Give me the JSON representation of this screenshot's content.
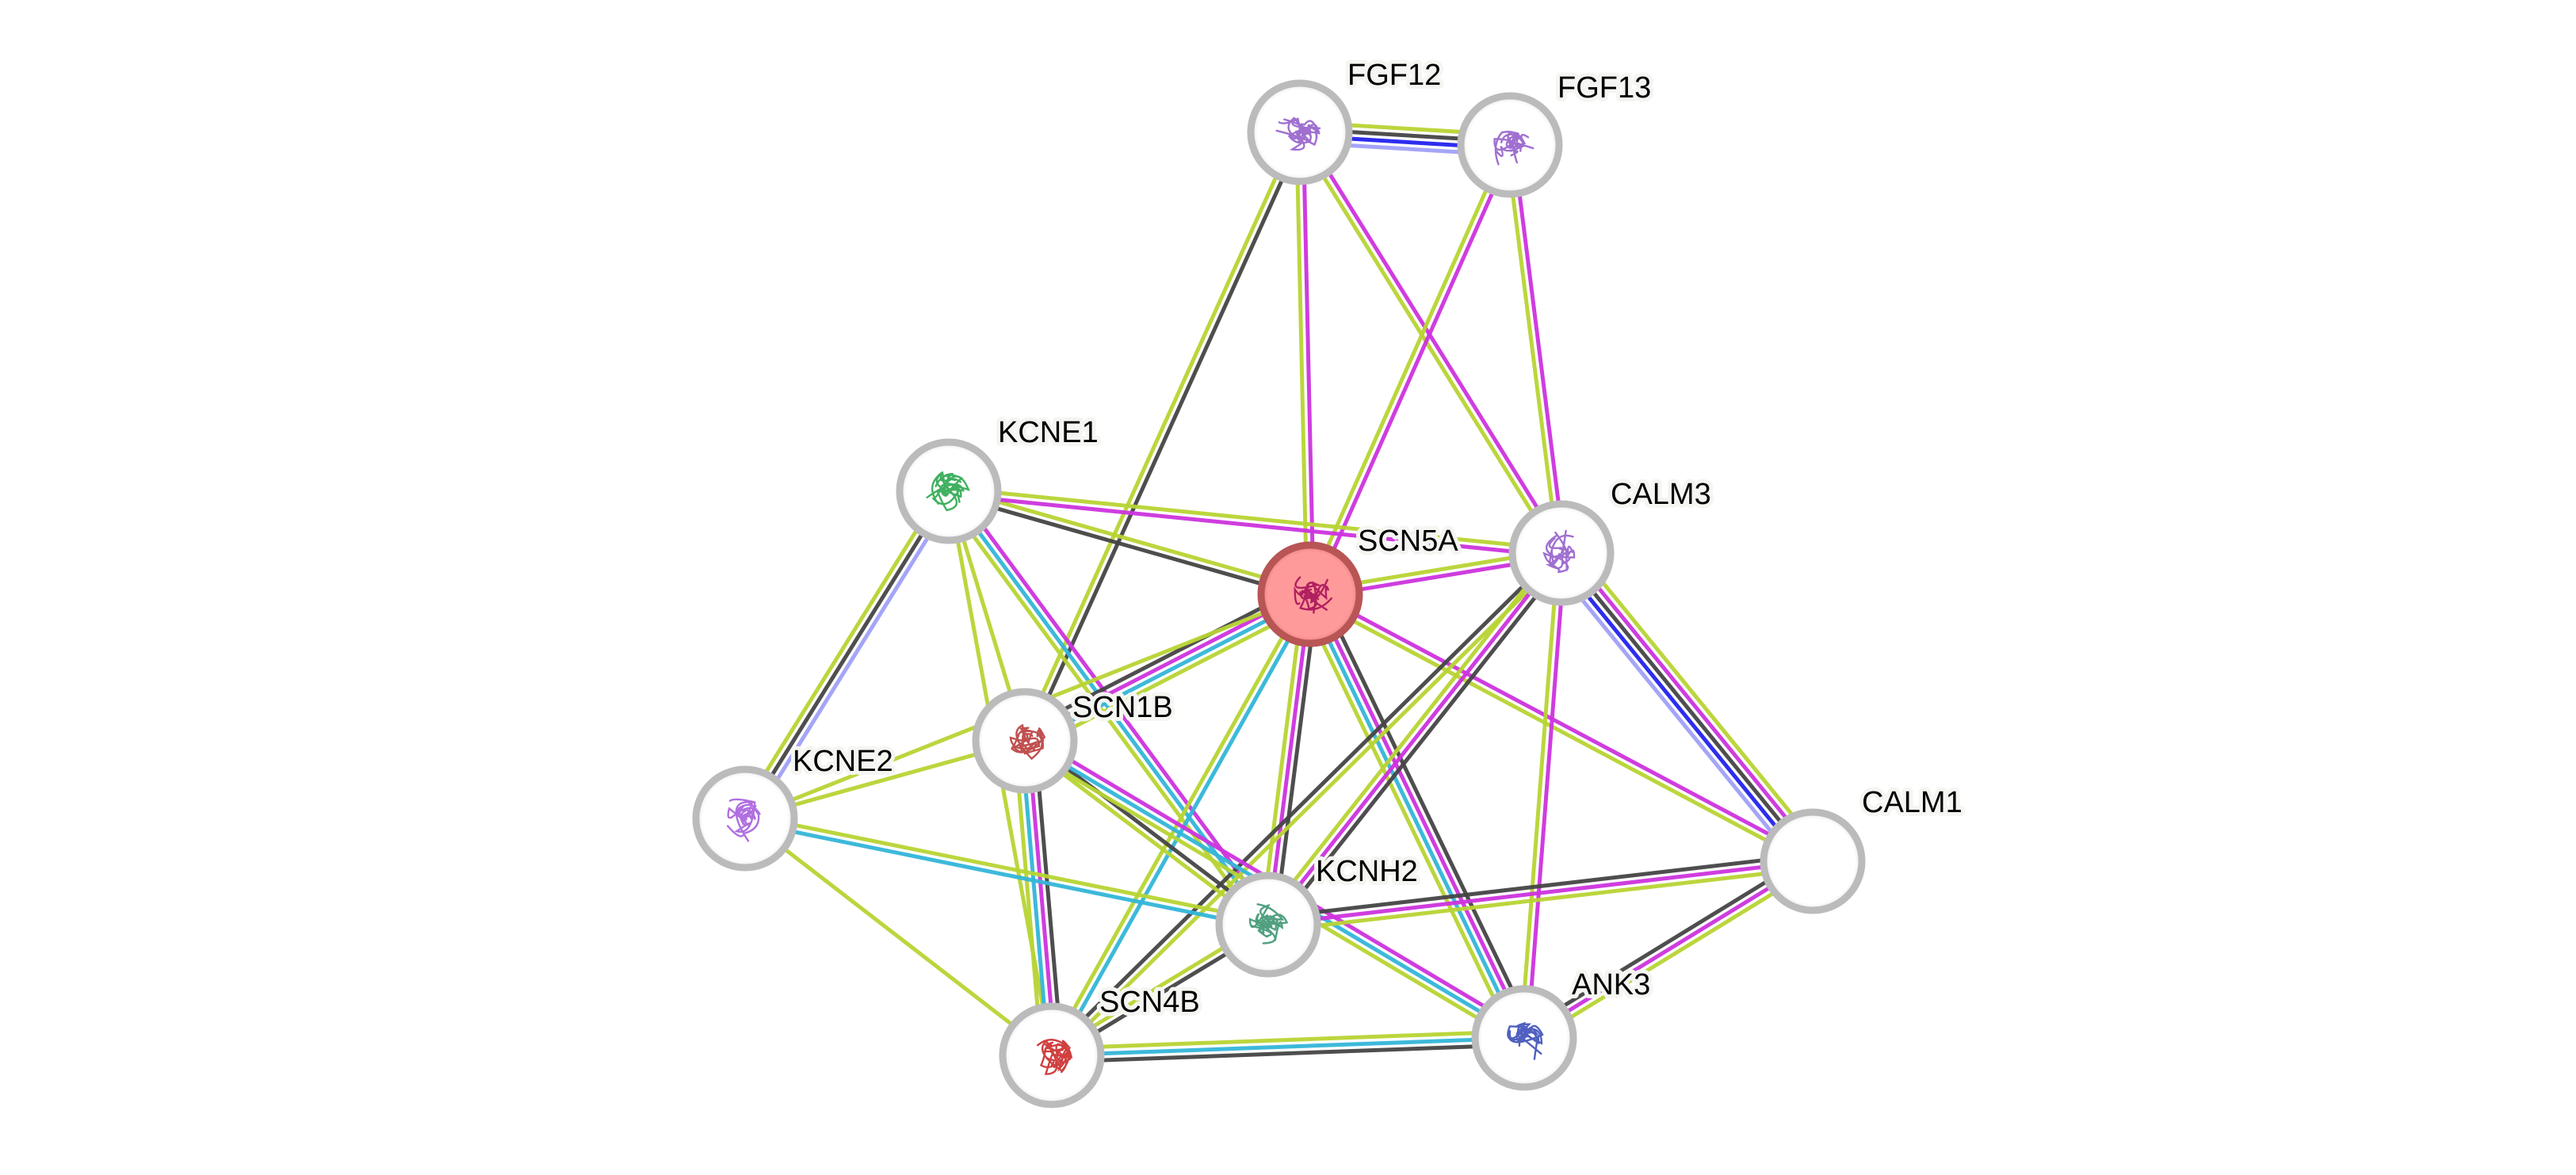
{
  "network": {
    "type": "protein-interaction-network",
    "query_protein": "SCN5A",
    "colors": {
      "node_ring": "#bbbbbb",
      "node_fill": "#ffffff",
      "query_ring": "#b85555",
      "query_fill": "#ff9a9a",
      "evidence": {
        "textmining": "#b7d433",
        "coexpression": "#444444",
        "experiments": "#cc33dd",
        "databases": "#33b5d8",
        "homology": "#a0a0f8",
        "gene_fusion": "#2222ee"
      }
    },
    "nodes": [
      {
        "id": "SCN5A",
        "label": "SCN5A",
        "query": true,
        "structure_color": "#b02060"
      },
      {
        "id": "FGF12",
        "label": "FGF12",
        "structure_color": "#a070d0"
      },
      {
        "id": "FGF13",
        "label": "FGF13",
        "structure_color": "#a070d0"
      },
      {
        "id": "KCNE1",
        "label": "KCNE1",
        "structure_color": "#40b060"
      },
      {
        "id": "CALM3",
        "label": "CALM3",
        "structure_color": "#a070d0"
      },
      {
        "id": "SCN1B",
        "label": "SCN1B",
        "structure_color": "#c05050"
      },
      {
        "id": "KCNE2",
        "label": "KCNE2",
        "structure_color": "#b070e0"
      },
      {
        "id": "CALM1",
        "label": "CALM1",
        "structure_color": null
      },
      {
        "id": "KCNH2",
        "label": "KCNH2",
        "structure_color": "#50a080"
      },
      {
        "id": "SCN4B",
        "label": "SCN4B",
        "structure_color": "#d04040"
      },
      {
        "id": "ANK3",
        "label": "ANK3",
        "structure_color": "#5060c0"
      }
    ],
    "edges": [
      {
        "a": "FGF12",
        "b": "FGF13",
        "evidence": [
          "textmining",
          "coexpression",
          "gene_fusion",
          "homology"
        ]
      },
      {
        "a": "FGF12",
        "b": "SCN1B",
        "evidence": [
          "coexpression",
          "textmining"
        ]
      },
      {
        "a": "FGF12",
        "b": "SCN5A",
        "evidence": [
          "experiments",
          "textmining"
        ]
      },
      {
        "a": "FGF12",
        "b": "CALM3",
        "evidence": [
          "experiments",
          "textmining"
        ]
      },
      {
        "a": "FGF13",
        "b": "SCN5A",
        "evidence": [
          "experiments",
          "textmining"
        ]
      },
      {
        "a": "FGF13",
        "b": "CALM3",
        "evidence": [
          "experiments",
          "textmining"
        ]
      },
      {
        "a": "KCNE1",
        "b": "SCN5A",
        "evidence": [
          "textmining",
          "coexpression"
        ]
      },
      {
        "a": "KCNE1",
        "b": "CALM3",
        "evidence": [
          "textmining",
          "experiments"
        ]
      },
      {
        "a": "KCNE1",
        "b": "KCNE2",
        "evidence": [
          "homology",
          "coexpression",
          "textmining"
        ]
      },
      {
        "a": "KCNE1",
        "b": "SCN1B",
        "evidence": [
          "textmining"
        ]
      },
      {
        "a": "KCNE1",
        "b": "SCN4B",
        "evidence": [
          "textmining"
        ]
      },
      {
        "a": "KCNE1",
        "b": "KCNH2",
        "evidence": [
          "experiments",
          "databases",
          "textmining"
        ]
      },
      {
        "a": "SCN5A",
        "b": "CALM3",
        "evidence": [
          "textmining",
          "experiments"
        ]
      },
      {
        "a": "SCN5A",
        "b": "SCN1B",
        "evidence": [
          "textmining",
          "databases",
          "experiments",
          "coexpression"
        ]
      },
      {
        "a": "SCN5A",
        "b": "SCN4B",
        "evidence": [
          "databases",
          "textmining"
        ]
      },
      {
        "a": "SCN5A",
        "b": "KCNH2",
        "evidence": [
          "coexpression",
          "experiments",
          "textmining"
        ]
      },
      {
        "a": "SCN5A",
        "b": "ANK3",
        "evidence": [
          "coexpression",
          "experiments",
          "databases",
          "textmining"
        ]
      },
      {
        "a": "SCN5A",
        "b": "CALM1",
        "evidence": [
          "experiments",
          "textmining"
        ]
      },
      {
        "a": "SCN5A",
        "b": "KCNE2",
        "evidence": [
          "textmining"
        ]
      },
      {
        "a": "CALM3",
        "b": "CALM1",
        "evidence": [
          "textmining",
          "experiments",
          "coexpression",
          "gene_fusion",
          "homology"
        ]
      },
      {
        "a": "CALM3",
        "b": "SCN4B",
        "evidence": [
          "textmining",
          "coexpression"
        ]
      },
      {
        "a": "CALM3",
        "b": "KCNH2",
        "evidence": [
          "coexpression",
          "experiments",
          "textmining"
        ]
      },
      {
        "a": "CALM3",
        "b": "ANK3",
        "evidence": [
          "experiments",
          "textmining"
        ]
      },
      {
        "a": "SCN1B",
        "b": "KCNE2",
        "evidence": [
          "textmining"
        ]
      },
      {
        "a": "SCN1B",
        "b": "SCN4B",
        "evidence": [
          "coexpression",
          "experiments",
          "databases",
          "textmining"
        ]
      },
      {
        "a": "SCN1B",
        "b": "KCNH2",
        "evidence": [
          "coexpression",
          "textmining"
        ]
      },
      {
        "a": "SCN1B",
        "b": "ANK3",
        "evidence": [
          "experiments",
          "databases",
          "textmining"
        ]
      },
      {
        "a": "KCNE2",
        "b": "KCNH2",
        "evidence": [
          "textmining",
          "databases"
        ]
      },
      {
        "a": "KCNE2",
        "b": "SCN4B",
        "evidence": [
          "textmining"
        ]
      },
      {
        "a": "KCNH2",
        "b": "CALM1",
        "evidence": [
          "coexpression",
          "experiments",
          "textmining"
        ]
      },
      {
        "a": "KCNH2",
        "b": "SCN4B",
        "evidence": [
          "coexpression",
          "textmining"
        ]
      },
      {
        "a": "SCN4B",
        "b": "ANK3",
        "evidence": [
          "textmining",
          "databases",
          "coexpression"
        ]
      },
      {
        "a": "ANK3",
        "b": "CALM1",
        "evidence": [
          "coexpression",
          "experiments",
          "textmining"
        ]
      }
    ]
  }
}
